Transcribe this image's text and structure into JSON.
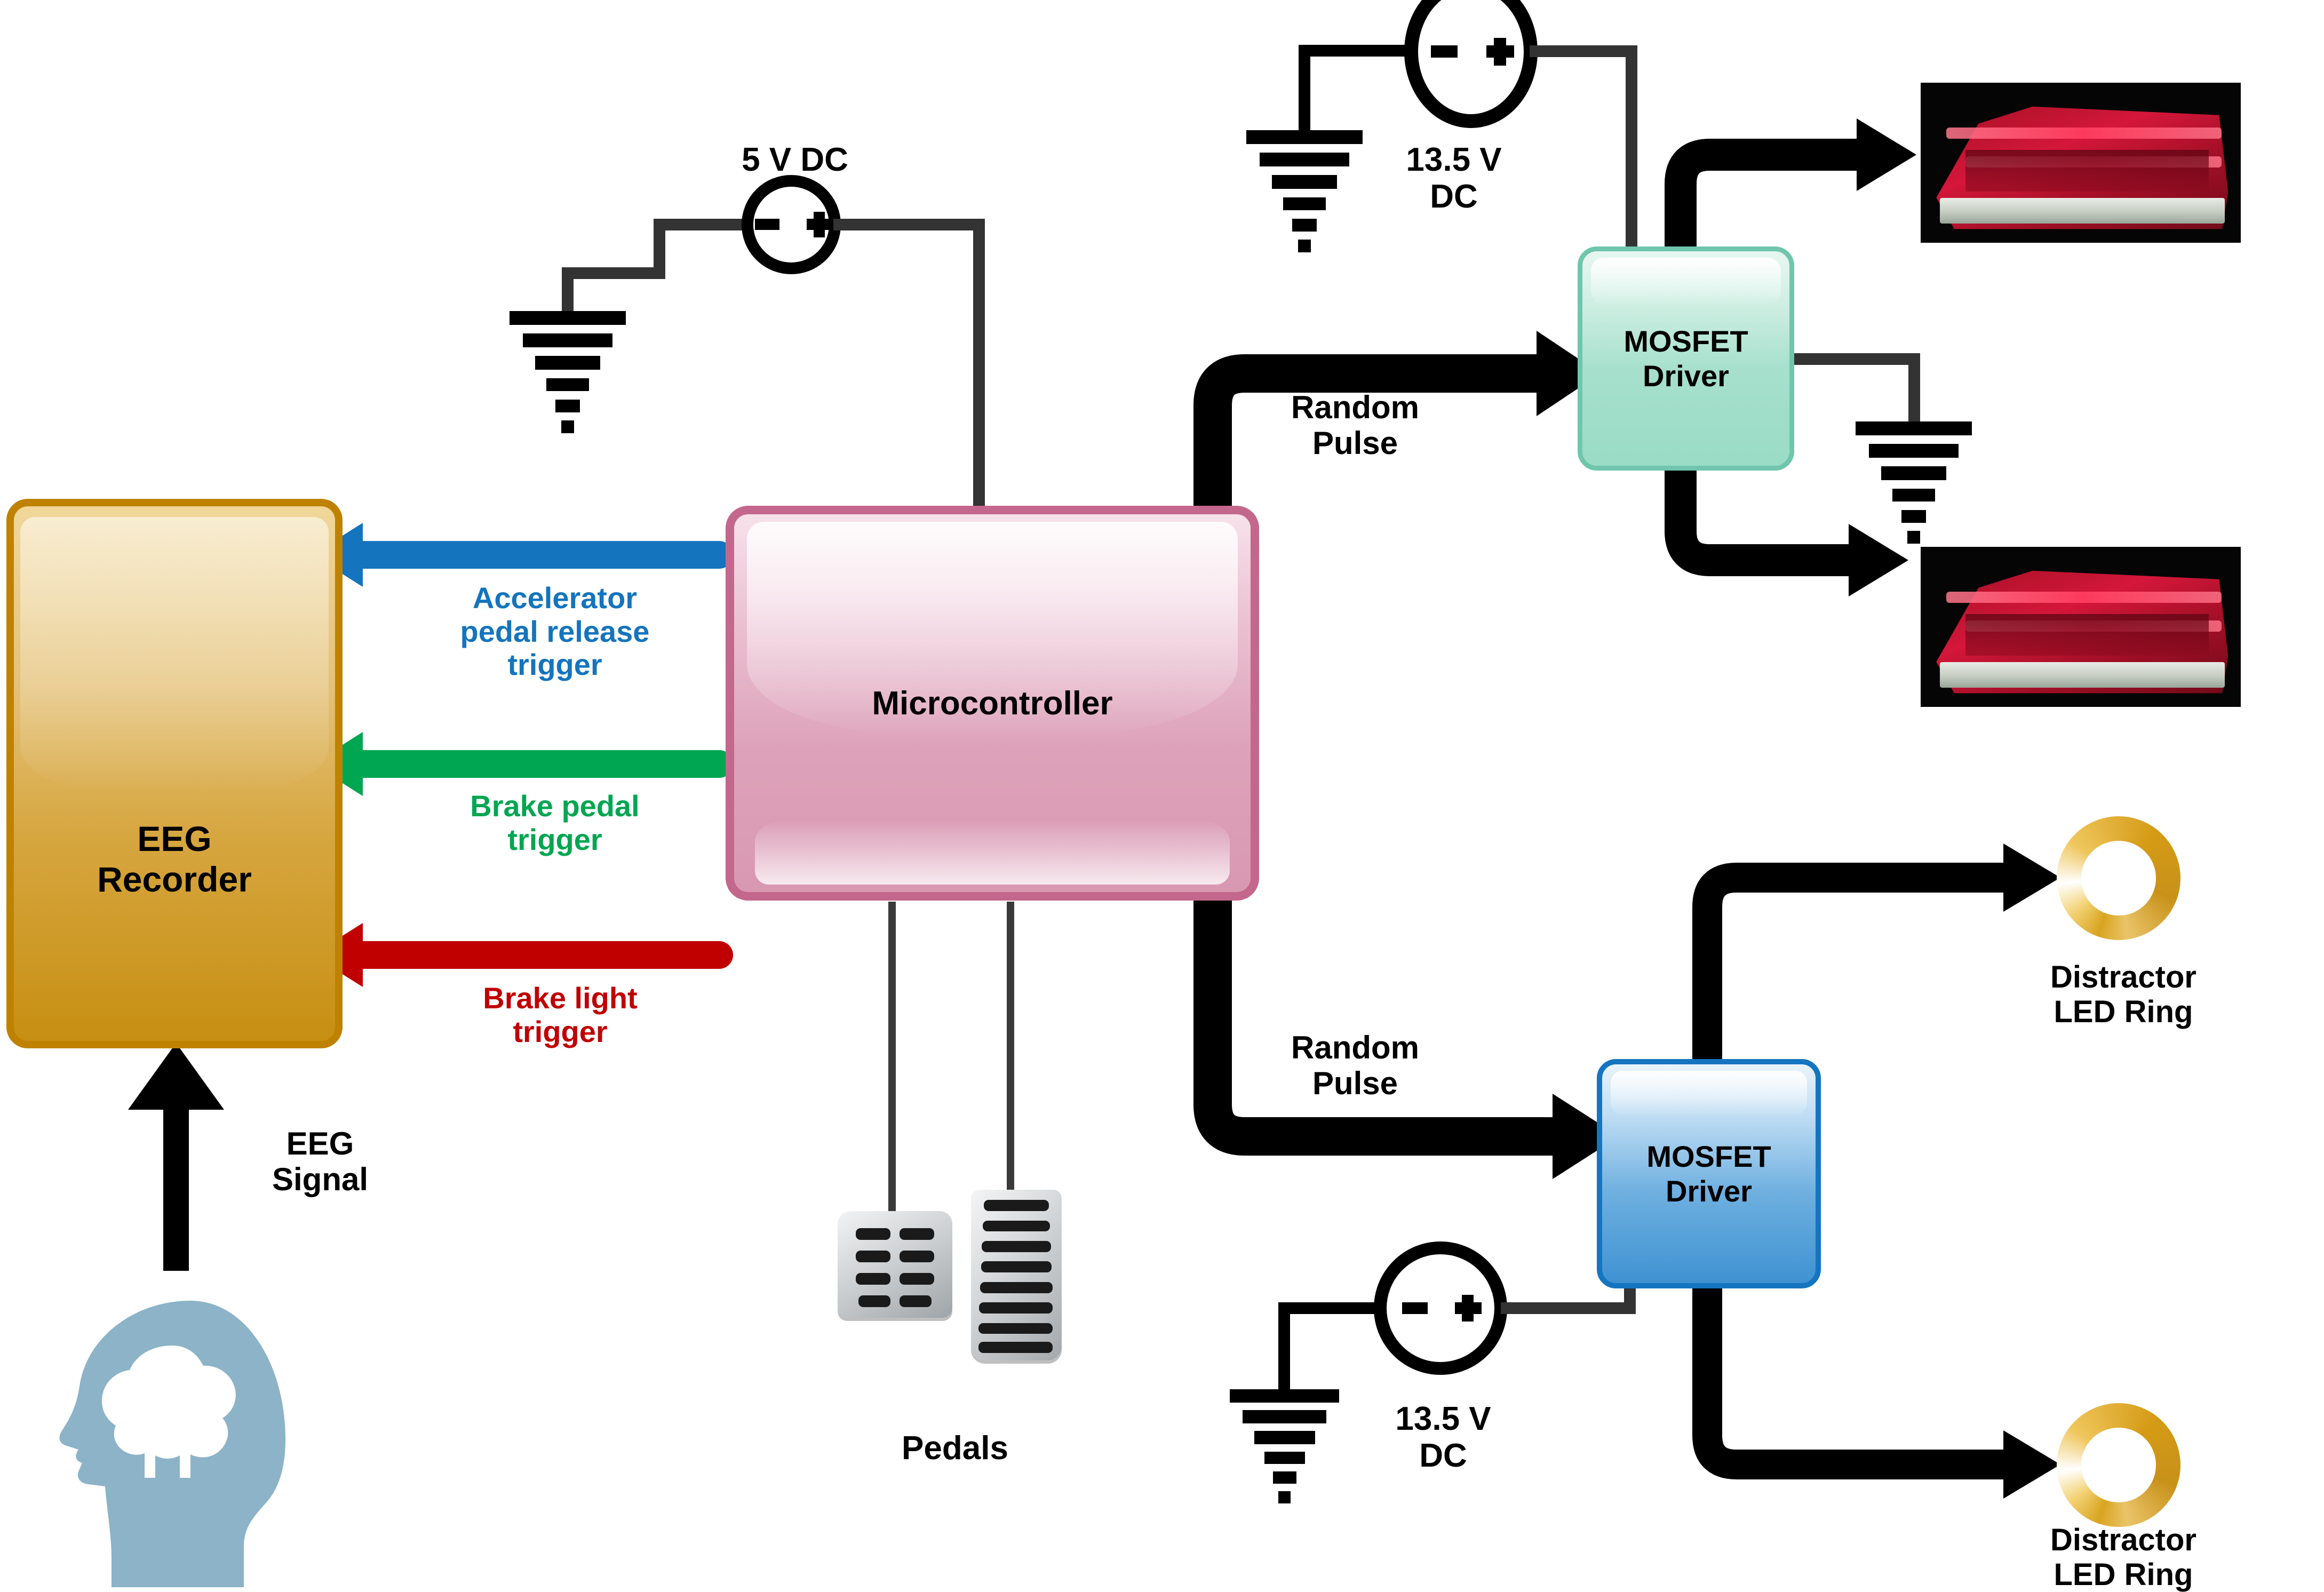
{
  "diagram": {
    "title": "EEG brake-light experiment block diagram",
    "colors": {
      "accelerator_arrow": "#1474bd",
      "brake_pedal_arrow": "#00a651",
      "brake_light_arrow": "#c00000",
      "eeg_recorder_fill": "#c78f12",
      "eeg_recorder_border": "#bf8200",
      "microcontroller_fill": "#dda2b9",
      "microcontroller_border": "#c4678c",
      "mosfet_green_fill": "#9adcc6",
      "mosfet_green_border": "#6fc6ac",
      "mosfet_blue_fill": "#3f92d2",
      "mosfet_blue_border": "#1575c0",
      "led_ring": "#d9a420",
      "head_silhouette": "#8cb3c7",
      "wire": "#333333",
      "signal_arrow": "#000000"
    }
  },
  "blocks": {
    "eeg_recorder": {
      "label": "EEG\nRecorder"
    },
    "microcontroller": {
      "label": "Microcontroller"
    },
    "mosfet_driver_brakelight": {
      "label": "MOSFET\nDriver"
    },
    "mosfet_driver_distractor": {
      "label": "MOSFET\nDriver"
    }
  },
  "power_supplies": [
    {
      "id": "supply-5v",
      "label": "5 V DC",
      "minus": "-",
      "plus": "+"
    },
    {
      "id": "supply-13v5-top",
      "label": "13.5 V\nDC",
      "minus": "-",
      "plus": "+"
    },
    {
      "id": "supply-13v5-bottom",
      "label": "13.5 V\nDC",
      "minus": "-",
      "plus": "+"
    }
  ],
  "signals": [
    {
      "id": "accelerator-pedal-release-trigger",
      "label": "Accelerator\npedal release\ntrigger",
      "color": "#1474bd",
      "direction": "microcontroller-to-eeg"
    },
    {
      "id": "brake-pedal-trigger",
      "label": "Brake pedal\ntrigger",
      "color": "#00a651",
      "direction": "microcontroller-to-eeg"
    },
    {
      "id": "brake-light-trigger",
      "label": "Brake light\ntrigger",
      "color": "#c00000",
      "direction": "microcontroller-to-eeg"
    },
    {
      "id": "eeg-signal",
      "label": "EEG\nSignal",
      "color": "#000000",
      "direction": "head-to-eeg-recorder"
    },
    {
      "id": "random-pulse-top",
      "label": "Random\nPulse",
      "color": "#000000",
      "direction": "microcontroller-to-mosfet-green"
    },
    {
      "id": "random-pulse-bottom",
      "label": "Random\nPulse",
      "color": "#000000",
      "direction": "microcontroller-to-mosfet-blue"
    }
  ],
  "peripherals": {
    "pedals_label": "Pedals",
    "distractor_led_ring_top_label": "Distractor\nLED Ring",
    "distractor_led_ring_bottom_label": "Distractor\nLED Ring",
    "brake_light_top": "brake-light-image",
    "brake_light_bottom": "brake-light-image"
  },
  "icons": {
    "ground": "ground-symbol",
    "battery": "dc-source-symbol",
    "head": "head-with-brain-icon",
    "brake_pedal": "brake-pedal-icon",
    "accelerator_pedal": "accelerator-pedal-icon",
    "led_ring": "led-ring-icon",
    "taillight": "car-taillight-icon"
  }
}
